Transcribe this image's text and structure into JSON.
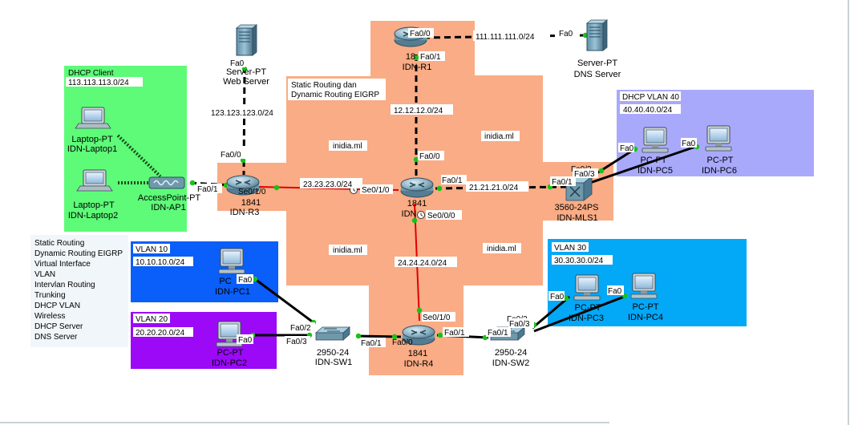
{
  "colors": {
    "cloud": "#f9ac85",
    "dhcp_client_area": "#5dfb78",
    "dhcp_vlan40_area": "#a9a9fb",
    "vlan10_area": "#0a5ef9",
    "vlan20_area": "#9b09f7",
    "vlan30_area": "#03a8f7",
    "copper_link": "#000000",
    "serial_link": "#e00000",
    "port_up": "#16c316"
  },
  "areas": {
    "dhcp_client": {
      "title": "DHCP Client",
      "subnet": "113.113.113.0/24"
    },
    "dhcp_vlan40": {
      "title": "DHCP VLAN 40",
      "subnet": "40.40.40.0/24"
    },
    "vlan10": {
      "title": "VLAN 10",
      "subnet": "10.10.10.0/24"
    },
    "vlan20": {
      "title": "VLAN 20",
      "subnet": "20.20.20.0/24"
    },
    "vlan30": {
      "title": "VLAN 30",
      "subnet": "30.30.30.0/24"
    }
  },
  "notes": {
    "routing_line1": "Static Routing dan",
    "routing_line2": "Dynamic Routing EIGRP",
    "watermark": "inidia.ml",
    "features": [
      "Static Routing",
      "Dynamic Routing EIGRP",
      "Virtual Interface",
      "VLAN",
      "Intervlan Routing",
      "Trunking",
      "DHCP VLAN",
      "Wireless",
      "DHCP Server",
      "DNS Server"
    ]
  },
  "devices": {
    "web_server": {
      "model": "Server-PT",
      "name": "Web Server"
    },
    "dns_server": {
      "model": "Server-PT",
      "name": "DNS Server"
    },
    "r1": {
      "model": "18",
      "name": "IDN-R1"
    },
    "r2": {
      "model": "1841",
      "name": "IDN"
    },
    "r3": {
      "model": "1841",
      "name": "IDN-R3"
    },
    "r4": {
      "model": "1841",
      "name": "IDN-R4"
    },
    "mls1": {
      "model": "3560-24PS",
      "name": "IDN-MLS1"
    },
    "ap1": {
      "model": "AccessPoint-PT",
      "name": "IDN-AP1"
    },
    "laptop1": {
      "model": "Laptop-PT",
      "name": "IDN-Laptop1"
    },
    "laptop2": {
      "model": "Laptop-PT",
      "name": "IDN-Laptop2"
    },
    "sw1": {
      "model": "2950-24",
      "name": "IDN-SW1"
    },
    "sw2": {
      "model": "2950-24",
      "name": "IDN-SW2"
    },
    "pc1": {
      "model": "PC",
      "name": "IDN-PC1"
    },
    "pc2": {
      "model": "PC-PT",
      "name": "IDN-PC2"
    },
    "pc3": {
      "model": "PC-PT",
      "name": "IDN-PC3"
    },
    "pc4": {
      "model": "PC-PT",
      "name": "IDN-PC4"
    },
    "pc5": {
      "model": "PC-PT",
      "name": "IDN-PC5"
    },
    "pc6": {
      "model": "PC-PT",
      "name": "IDN-PC6"
    }
  },
  "links": {
    "net_r1_dns": "111.111.111.0/24",
    "net_r1_r2": "12.12.12.0/24",
    "net_web_r3": "123.123.123.0/24",
    "net_r3_r2": "23.23.23.0/24",
    "net_r2_mls": "21.21.21.0/24",
    "net_r2_r4": "24.24.24.0/24"
  },
  "ports": {
    "r1_fa00": "Fa0/0",
    "r1_fa01": "Fa0/1",
    "dns_fa0": "Fa0",
    "web_fa0": "Fa0",
    "r3_fa00": "Fa0/0",
    "r3_fa01": "Fa0/1",
    "r3_se010": "Se0/1/0",
    "r2_se010": "Se0/1/0",
    "r2_fa00": "Fa0/0",
    "r2_fa01": "Fa0/1",
    "r2_se000": "Se0/0/0",
    "mls_fa01": "Fa0/1",
    "mls_fa02": "Fa0/2",
    "mls_fa03": "Fa0/3",
    "pc5_fa0": "Fa0",
    "pc6_fa0": "Fa0",
    "r4_se010": "Se0/1/0",
    "r4_fa00": "Fa0/0",
    "r4_fa01": "Fa0/1",
    "sw1_fa01": "Fa0/1",
    "sw1_fa02": "Fa0/2",
    "sw1_fa03": "Fa0/3",
    "pc1_fa0": "Fa0",
    "pc2_fa0": "Fa0",
    "sw2_fa01": "Fa0/1",
    "sw2_fa02": "Fa0/2",
    "sw2_fa03": "Fa0/3",
    "pc3_fa0": "Fa0",
    "pc4_fa0": "Fa0"
  }
}
